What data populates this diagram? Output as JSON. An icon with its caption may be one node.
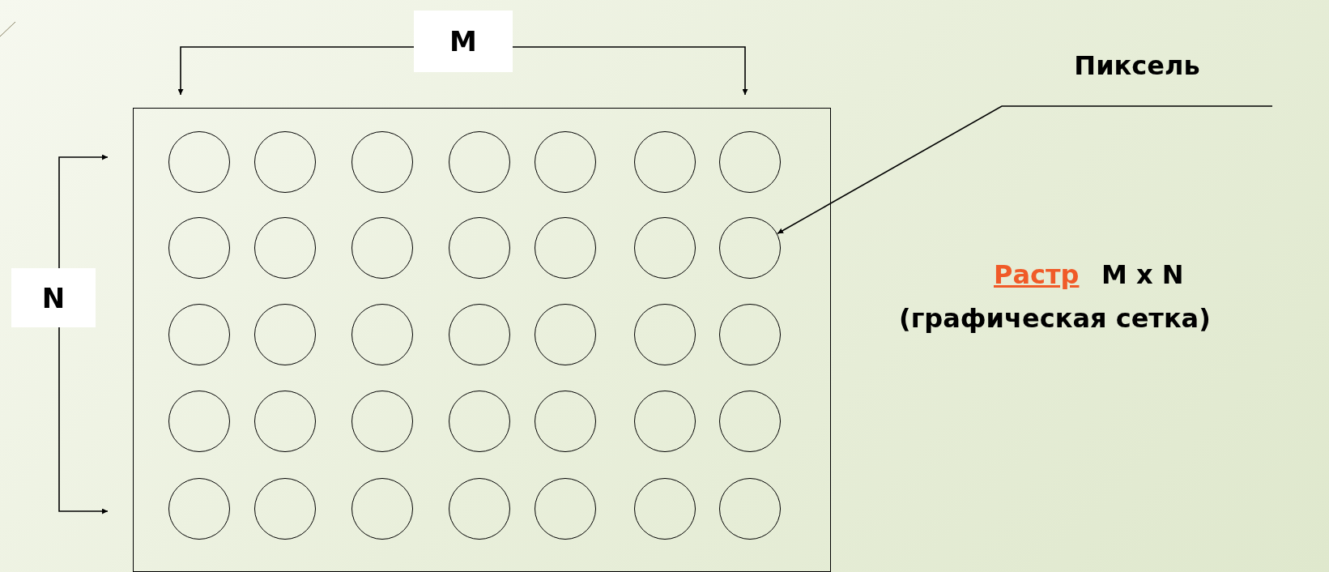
{
  "diagram": {
    "nodes": [
      {
        "text": [],
        "shape": "box"
      },
      {
        "text": [],
        "shape": "circle",
        "in": 0
      },
      {
        "text": [],
        "shape": "circle",
        "in": 0
      },
      {
        "text": [],
        "shape": "circle",
        "in": 0
      },
      {
        "text": [],
        "shape": "circle",
        "in": 0
      },
      {
        "text": [],
        "shape": "circle",
        "in": 0
      },
      {
        "text": [],
        "shape": "circle",
        "in": 0
      },
      {
        "text": [],
        "shape": "circle",
        "in": 0
      },
      {
        "text": [],
        "shape": "circle",
        "in": 0
      },
      {
        "text": [],
        "shape": "circle",
        "in": 0
      },
      {
        "text": [],
        "shape": "circle",
        "in": 0
      },
      {
        "text": [],
        "shape": "circle",
        "in": 0
      },
      {
        "text": [],
        "shape": "circle",
        "in": 0
      },
      {
        "text": [],
        "shape": "circle",
        "in": 0
      },
      {
        "text": [],
        "shape": "circle",
        "in": 0
      },
      {
        "text": [],
        "shape": "circle",
        "in": 0
      },
      {
        "text": [],
        "shape": "circle",
        "in": 0
      },
      {
        "text": [],
        "shape": "circle",
        "in": 0
      },
      {
        "text": [],
        "shape": "circle",
        "in": 0
      },
      {
        "text": [],
        "shape": "circle",
        "in": 0
      },
      {
        "text": [],
        "shape": "circle",
        "in": 0
      },
      {
        "text": [],
        "shape": "circle",
        "in": 0
      },
      {
        "text": [],
        "shape": "circle",
        "in": 0
      },
      {
        "text": [],
        "shape": "circle",
        "in": 0
      },
      {
        "text": [],
        "shape": "circle",
        "in": 0
      },
      {
        "text": [],
        "shape": "circle",
        "in": 0
      },
      {
        "text": [],
        "shape": "circle",
        "in": 0
      },
      {
        "text": [],
        "shape": "circle",
        "in": 0
      },
      {
        "text": [],
        "shape": "circle",
        "in": 0
      },
      {
        "text": [],
        "shape": "circle",
        "in": 0
      },
      {
        "text": [],
        "shape": "circle",
        "in": 0
      },
      {
        "text": [],
        "shape": "circle",
        "in": 0
      },
      {
        "text": [],
        "shape": "circle",
        "in": 0
      },
      {
        "text": [],
        "shape": "circle",
        "in": 0
      },
      {
        "text": [],
        "shape": "circle",
        "in": 0
      },
      {
        "text": [],
        "shape": "circle",
        "in": 0
      },
      {
        "text": [
          "Пиксель"
        ]
      }
    ],
    "edges": [
      {
        "from": 36,
        "to": 14,
        "arrow": "to"
      }
    ],
    "labels": [
      "M",
      "N",
      "Растр",
      "M x N",
      "(графическая сетка)"
    ]
  }
}
